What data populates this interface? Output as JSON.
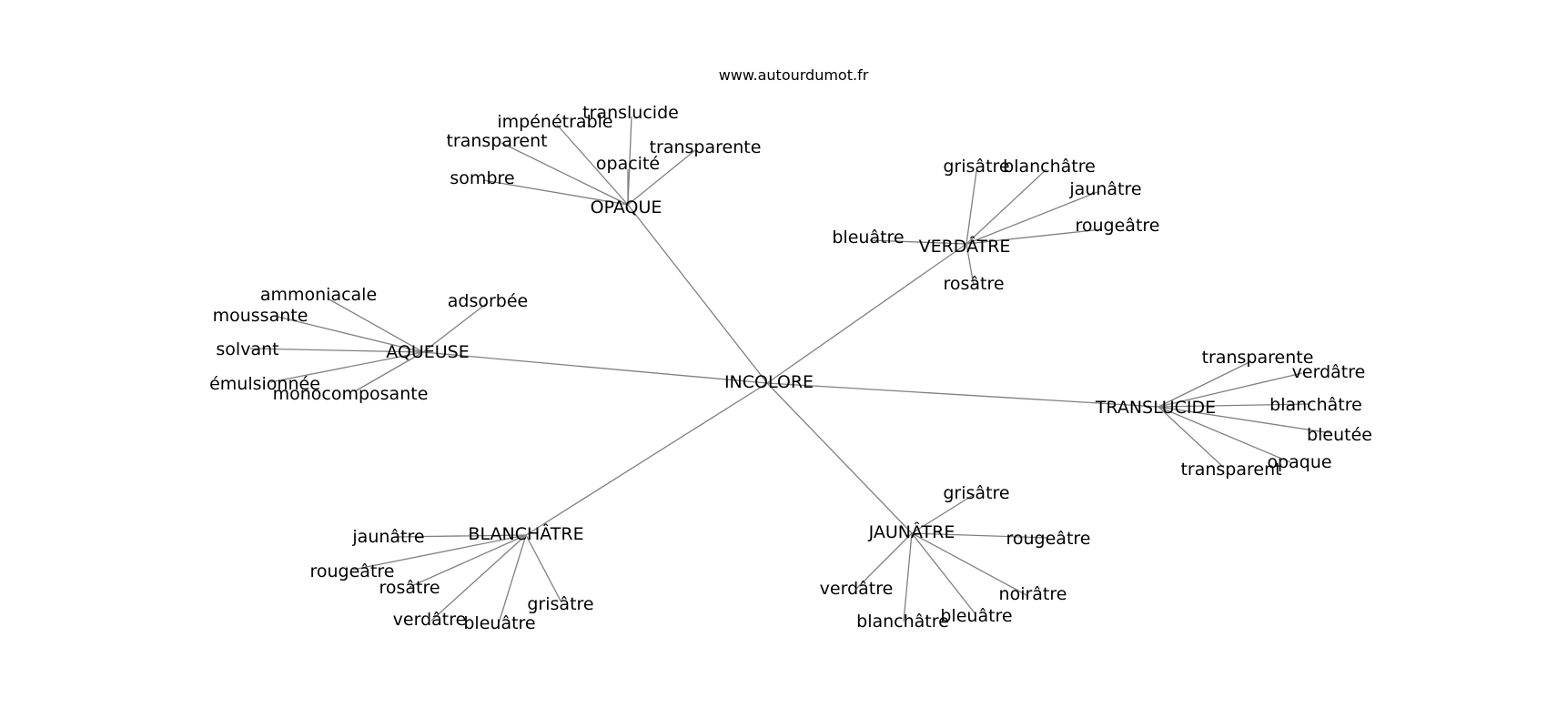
{
  "header": {
    "source": "www.autourdumot.fr"
  },
  "graph": {
    "root": "INCOLORE",
    "clusters": [
      {
        "name": "OPAQUE",
        "leaves": [
          "sombre",
          "transparent",
          "impénétrable",
          "translucide",
          "opacité",
          "transparente"
        ]
      },
      {
        "name": "VERDÂTRE",
        "leaves": [
          "grisâtre",
          "blanchâtre",
          "jaunâtre",
          "rougeâtre",
          "bleuâtre",
          "rosâtre"
        ]
      },
      {
        "name": "AQUEUSE",
        "leaves": [
          "ammoniacale",
          "moussante",
          "solvant",
          "émulsionnée",
          "monocomposante",
          "adsorbée"
        ]
      },
      {
        "name": "TRANSLUCIDE",
        "leaves": [
          "transparente",
          "verdâtre",
          "blanchâtre",
          "bleutée",
          "opaque",
          "transparent"
        ]
      },
      {
        "name": "BLANCHÂTRE",
        "leaves": [
          "jaunâtre",
          "rougeâtre",
          "rosâtre",
          "verdâtre",
          "bleuâtre",
          "grisâtre"
        ]
      },
      {
        "name": "JAUNÂTRE",
        "leaves": [
          "grisâtre",
          "rougeâtre",
          "verdâtre",
          "blanchâtre",
          "bleuâtre",
          "noirâtre"
        ]
      }
    ]
  },
  "colors": {
    "edge": "#808080",
    "text": "#000000",
    "background": "#ffffff"
  }
}
